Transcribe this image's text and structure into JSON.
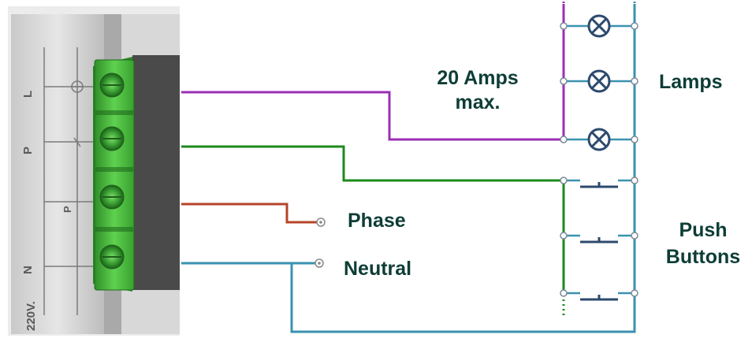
{
  "labels": {
    "amps_line1": "20 Amps",
    "amps_line2": "max.",
    "lamps": "Lamps",
    "phase": "Phase",
    "neutral": "Neutral",
    "push_line1": "Push",
    "push_line2": "Buttons"
  },
  "terminal_labels": {
    "l": "L",
    "p_top": "P",
    "p_mid": "P",
    "n": "N",
    "voltage": "220V."
  },
  "colors": {
    "lamp_wire": "#9b2fb5",
    "button_wire": "#1c8a1c",
    "phase_wire": "#b5442a",
    "neutral_wire": "#3a92b0",
    "connector": "#46b83c",
    "label": "#0d3d36"
  },
  "icons": [
    "lamp-icon",
    "push-button-icon",
    "terminal-screw-icon"
  ]
}
